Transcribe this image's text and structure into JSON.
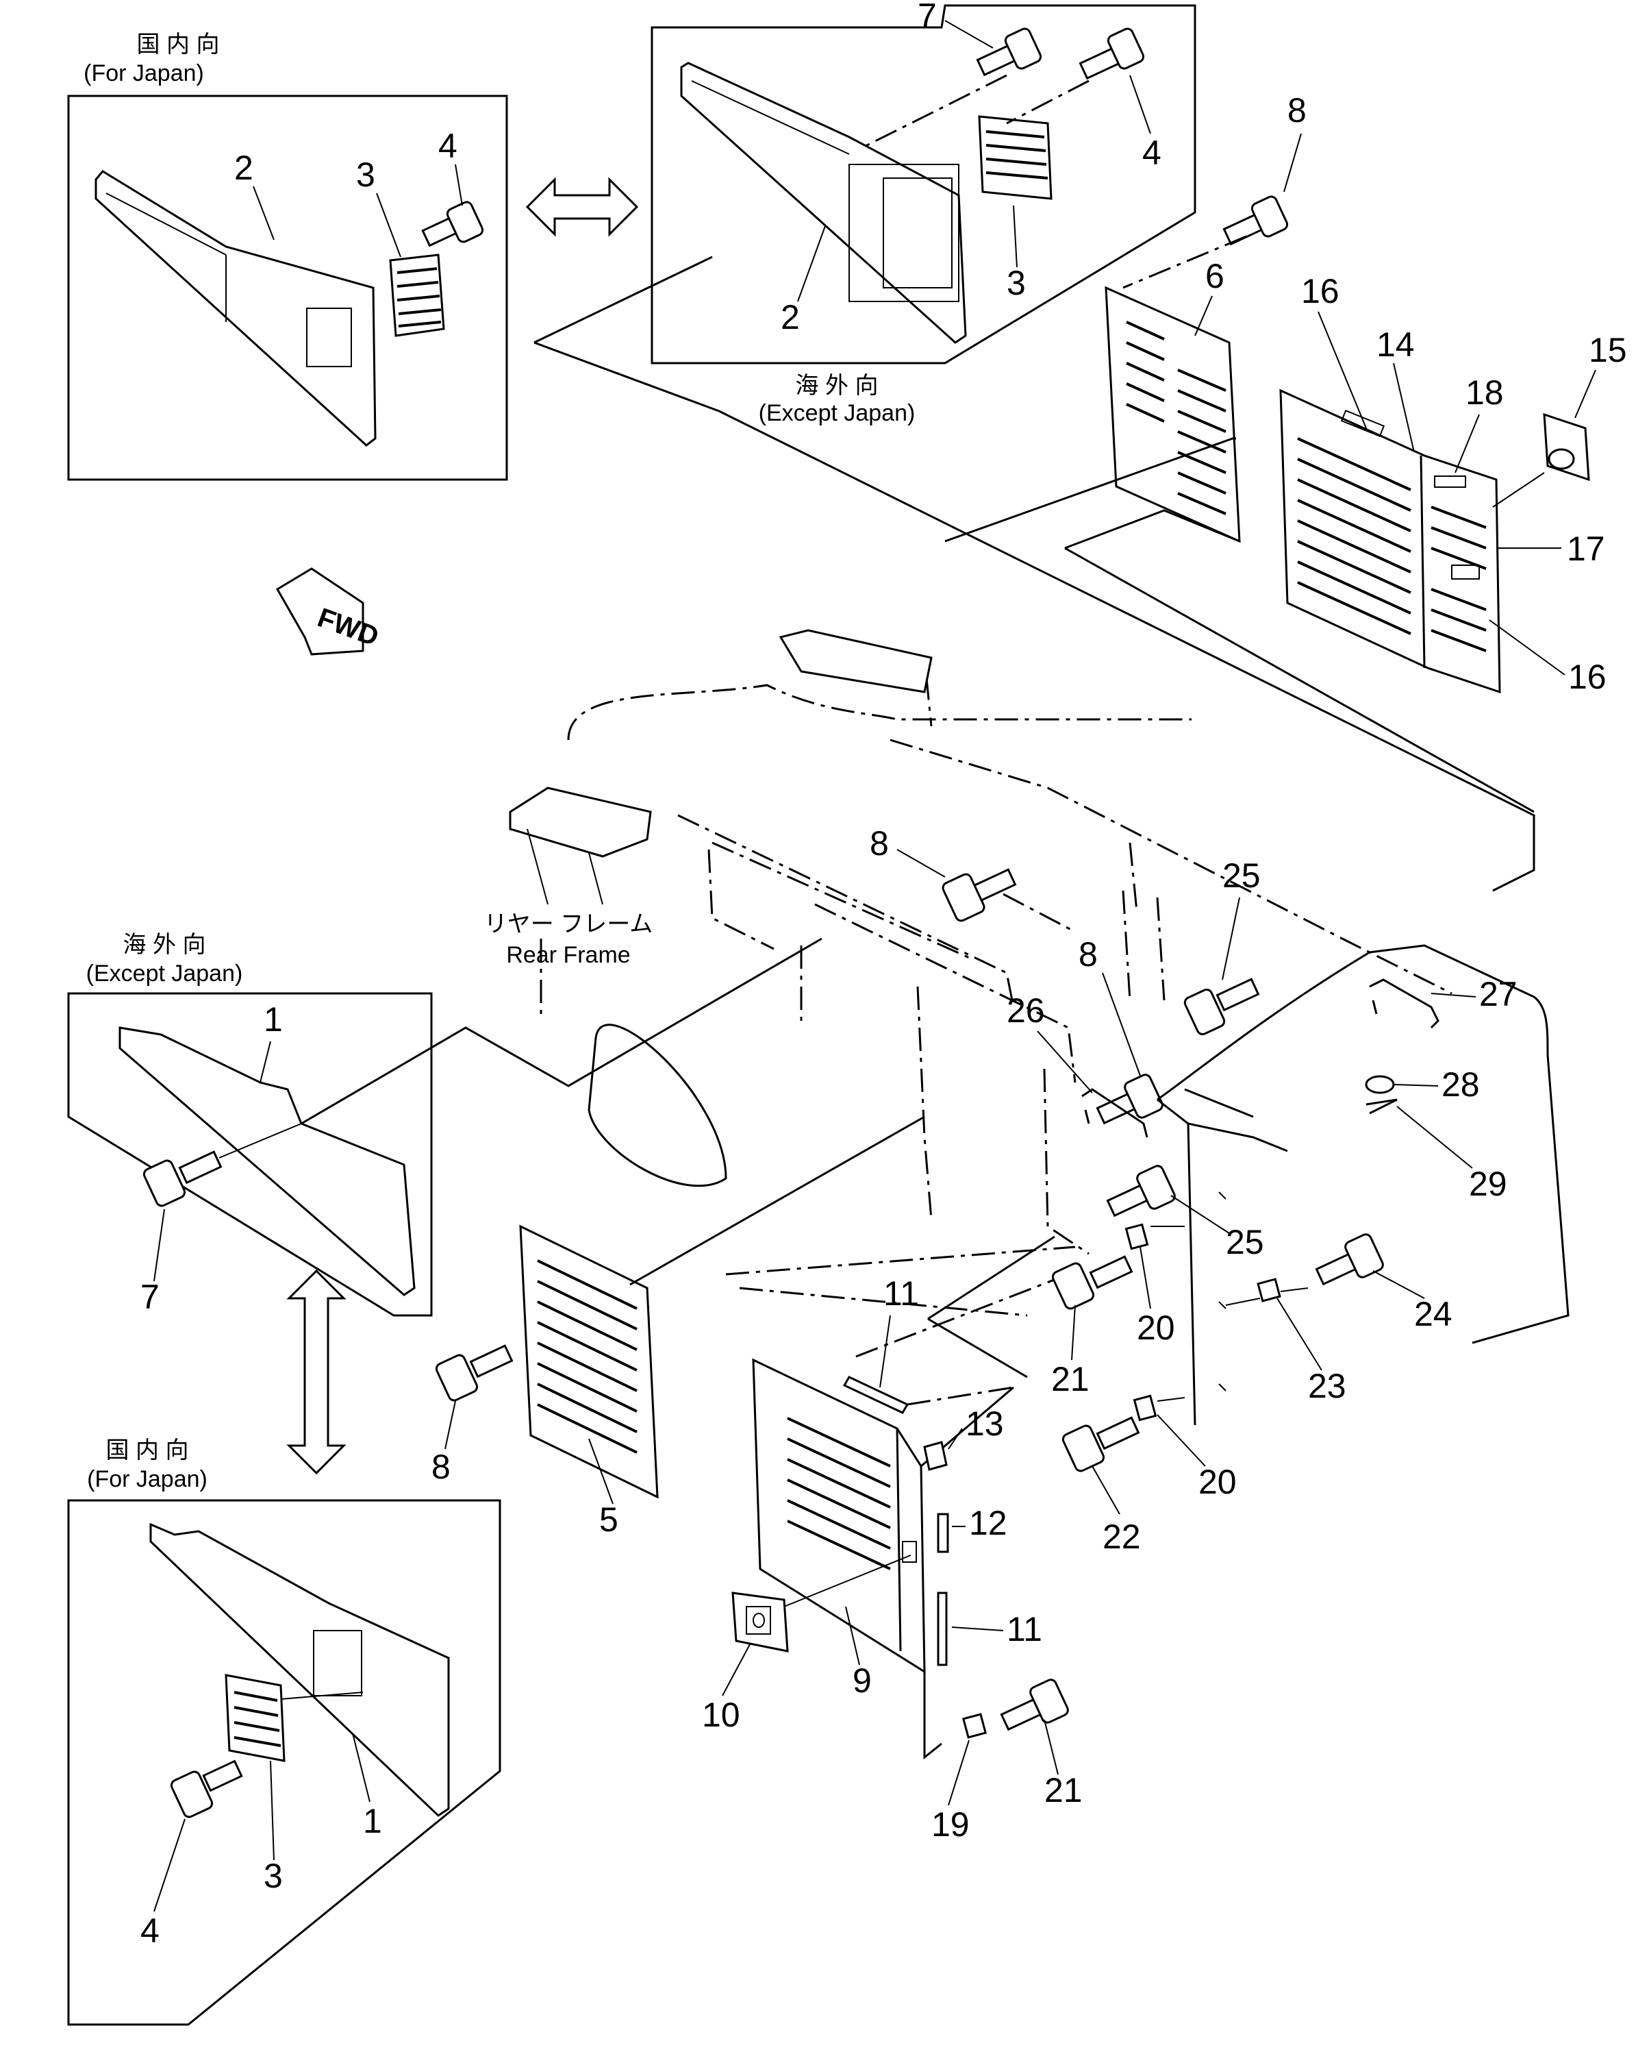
{
  "captions": {
    "jp_top": "国 内 向",
    "jp_top_en": "(For  Japan)",
    "ex_top": "海 外 向",
    "ex_top_en": "(Except  Japan)",
    "ex_left": "海 外 向",
    "ex_left_en": "(Except  Japan)",
    "jp_bottom": "国 内 向",
    "jp_bottom_en": "(For  Japan)",
    "rear_frame_jp": "リヤー フレーム",
    "rear_frame_en": "Rear Frame",
    "fwd": "FWD"
  },
  "part_numbers": {
    "p1a": "1",
    "p1b": "1",
    "p2a": "2",
    "p2b": "2",
    "p3a": "3",
    "p3b": "3",
    "p3c": "3",
    "p4a": "4",
    "p4b": "4",
    "p4c": "4",
    "p5": "5",
    "p6": "6",
    "p7a": "7",
    "p7b": "7",
    "p8a": "8",
    "p8b": "8",
    "p8c": "8",
    "p8d": "8",
    "p9": "9",
    "p10": "10",
    "p11a": "11",
    "p11b": "11",
    "p12": "12",
    "p13": "13",
    "p14": "14",
    "p15": "15",
    "p16a": "16",
    "p16b": "16",
    "p17": "17",
    "p18": "18",
    "p19": "19",
    "p20a": "20",
    "p20b": "20",
    "p21a": "21",
    "p21b": "21",
    "p22": "22",
    "p23": "23",
    "p24": "24",
    "p25a": "25",
    "p25b": "25",
    "p26": "26",
    "p27": "27",
    "p28": "28",
    "p29": "29"
  }
}
